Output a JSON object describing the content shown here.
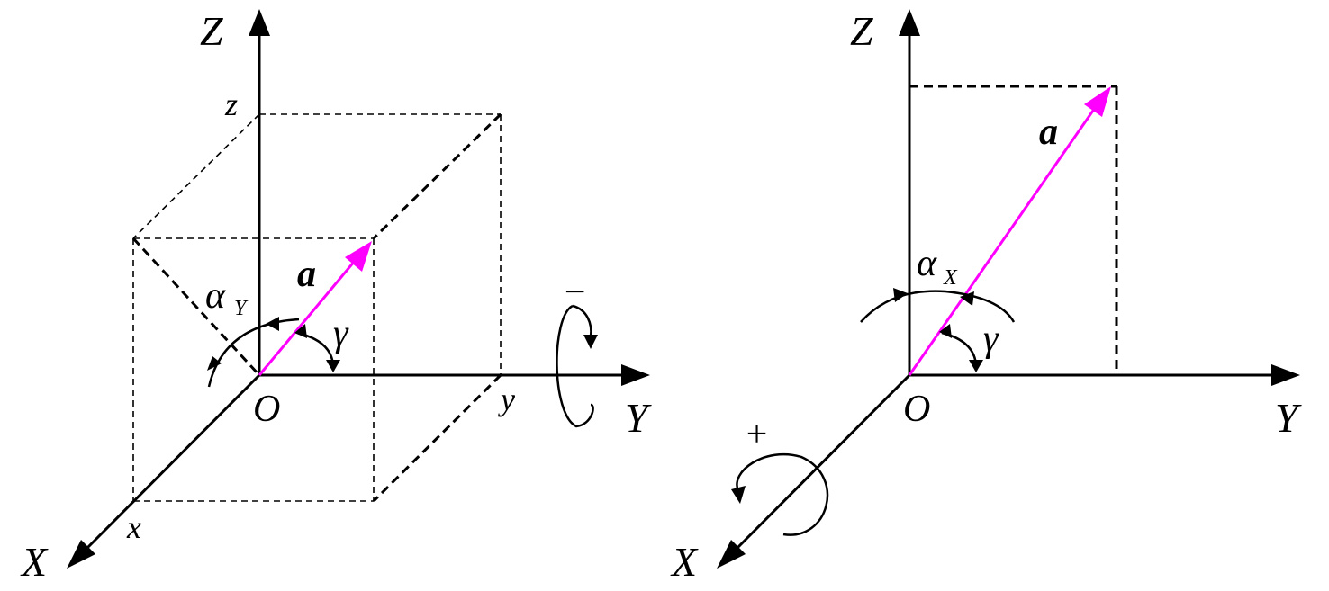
{
  "left_diagram": {
    "axis_z": "Z",
    "axis_y": "Y",
    "axis_x": "X",
    "origin": "O",
    "tick_z": "z",
    "tick_y": "y",
    "tick_x": "x",
    "vector": "a",
    "angle_alpha": "α",
    "angle_alpha_sub": "Y",
    "angle_gamma": "γ",
    "rotation_sign": "−"
  },
  "right_diagram": {
    "axis_z": "Z",
    "axis_y": "Y",
    "axis_x": "X",
    "origin": "O",
    "vector": "a",
    "angle_alpha": "α",
    "angle_alpha_sub": "X",
    "angle_gamma": "γ",
    "rotation_sign": "+"
  },
  "colors": {
    "vector": "#ff00ff",
    "axes": "#000000"
  }
}
